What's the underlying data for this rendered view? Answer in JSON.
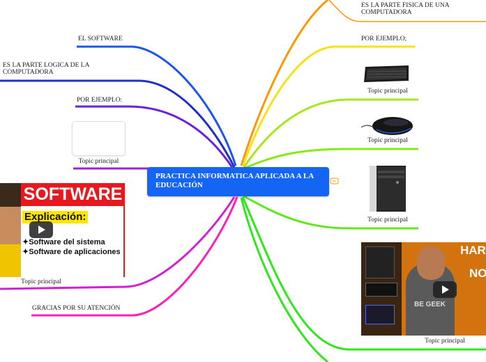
{
  "central_topic": "PRACTICA INFORMATICA APLICADA A LA EDUCACIÓN",
  "left_branches": {
    "software": "EL SOFTWARE",
    "logica": "ES LA PARTE LOGICA DE LA COMPUTADORA",
    "ejemplo": "POR EJEMPLO:",
    "topic_placeholder": "Topic principal",
    "topic_video": "Topic principal",
    "gracias": "GRACIAS POR SU ATENCIÓN"
  },
  "right_branches": {
    "fisica": "ES LA PARTE FISICA DE UNA COMPUTADORA",
    "ejemplo": "POR EJEMPLO;",
    "keyboard": "Topic principal",
    "mouse": "Topic principal",
    "tower": "Topic principal",
    "video": "Topic principal"
  },
  "software_thumb": {
    "title": "SOFTWARE",
    "subtitle": "Explicación:",
    "item1": "✦Software del sistema",
    "item2": "✦Software de aplicaciones"
  },
  "hardware_thumb": {
    "line1": "HAR",
    "line2": "NO",
    "shirt": "BE GEEK"
  },
  "colors": {
    "central": "#1565f5",
    "blue": "#1a56f0",
    "navy": "#1f2fc8",
    "purple": "#6a1fe0",
    "violet": "#9a22e6",
    "magenta": "#d21fd4",
    "pink": "#ff1fb0",
    "orange": "#ff9800",
    "yellow": "#f4e21a",
    "lime": "#8ae81a",
    "green": "#2ee81a"
  },
  "icons": [
    "camera-icon",
    "play-icon",
    "collapse-icon"
  ]
}
